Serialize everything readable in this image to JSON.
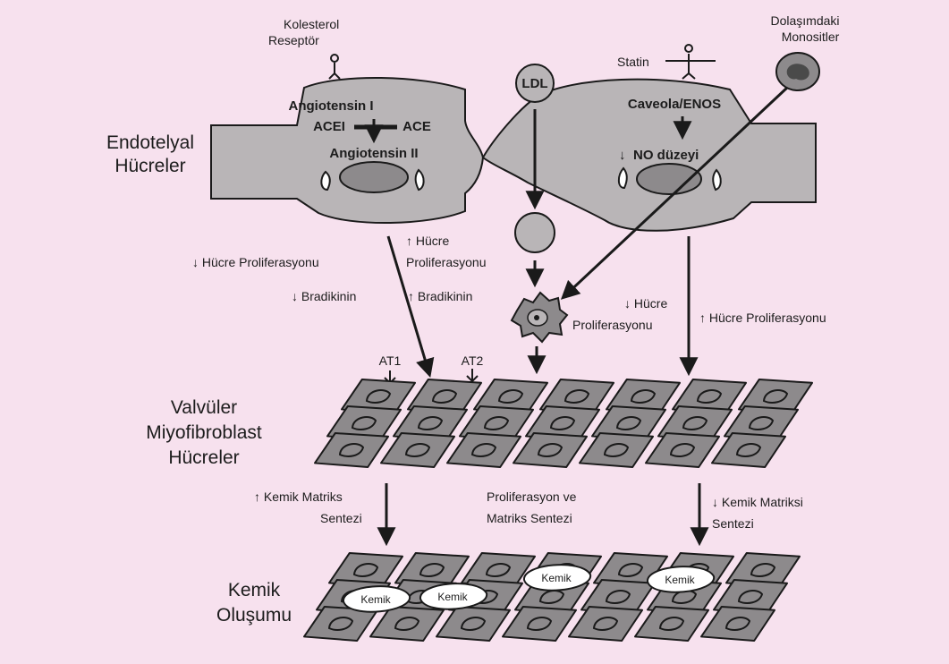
{
  "colors": {
    "background": "#f7e1ee",
    "endothelium": "#b9b5b7",
    "cell_fill": "#8d8a8c",
    "outline": "#1a1a1a",
    "bone_fill": "#ffffff"
  },
  "icons": [
    "receptor-icon",
    "ldl-particle-icon",
    "monocyte-icon",
    "macrophage-icon",
    "arrow-icon"
  ],
  "labels": {
    "kolesterol": [
      "Kolesterol",
      "Reseptör"
    ],
    "angiotensin1": "Angiotensin I",
    "acei": "ACEI",
    "ace": "ACE",
    "angiotensin2": "Angiotensin II",
    "ldl": "LDL",
    "statin": "Statin",
    "caveola": "Caveola/ENOS",
    "no_level": "NO düzeyi",
    "no_arrow": "↓",
    "monocytes": [
      "Dolaşımdaki",
      "Monositler"
    ],
    "endothelial_title": [
      "Endotelyal",
      "Hücreler"
    ],
    "left_down_prolif": "↓ Hücre Proliferasyonu",
    "left_down_brady": "↓ Bradikinin",
    "left_up_prolif": [
      "↑ Hücre",
      "Proliferasyonu"
    ],
    "left_up_brady": "↑ Bradikinin",
    "right_down_prolif": [
      "↓ Hücre",
      "Proliferasyonu"
    ],
    "right_up_prolif": "↑ Hücre Proliferasyonu",
    "at1": "AT1",
    "at2": "AT2",
    "valve_title": [
      "Valvüler",
      "Miyofibroblast",
      "Hücreler"
    ],
    "bone_matrix_up": [
      "↑ Kemik Matriks",
      "Sentezi"
    ],
    "prolif_matrix": [
      "Proliferasyon ve",
      "Matriks Sentezi"
    ],
    "bone_matrix_down": [
      "↓ Kemik Matriksi",
      "Sentezi"
    ],
    "bone_title": [
      "Kemik",
      "Oluşumu"
    ],
    "kemik": [
      "Kemik",
      "Kemik",
      "Kemik",
      "Kemik"
    ]
  }
}
